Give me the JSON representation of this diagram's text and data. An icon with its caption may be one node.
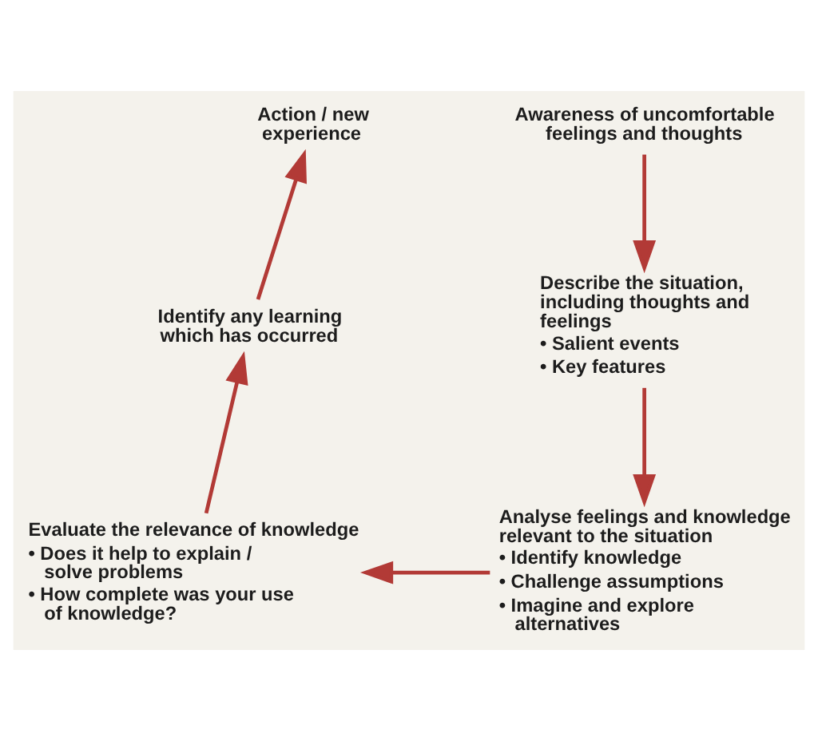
{
  "diagram": {
    "nodes": [
      {
        "text": [
          "Awareness of uncomfortable feelings and thoughts"
        ]
      },
      {
        "text": [
          "Describe the situation, including thoughts and feelings",
          "• Salient events",
          "• Key features"
        ]
      },
      {
        "text": [
          "Analyse feelings and knowledge relevant to the situation",
          "• Identify knowledge",
          "• Challenge assumptions",
          "• Imagine and explore alternatives"
        ]
      },
      {
        "text": [
          "Evaluate the relevance of knowledge",
          "• Does it help to explain / solve problems",
          "• How complete was your use of knowledge?"
        ]
      },
      {
        "text": [
          "Identify any learning which has occurred"
        ]
      },
      {
        "text": [
          "Action / new experience"
        ]
      }
    ],
    "edges": [
      {
        "from": 0,
        "to": 1,
        "arrow": "to"
      },
      {
        "from": 1,
        "to": 2,
        "arrow": "to"
      },
      {
        "from": 2,
        "to": 3,
        "arrow": "to"
      },
      {
        "from": 3,
        "to": 4,
        "arrow": "to"
      },
      {
        "from": 4,
        "to": 5,
        "arrow": "to"
      }
    ]
  }
}
